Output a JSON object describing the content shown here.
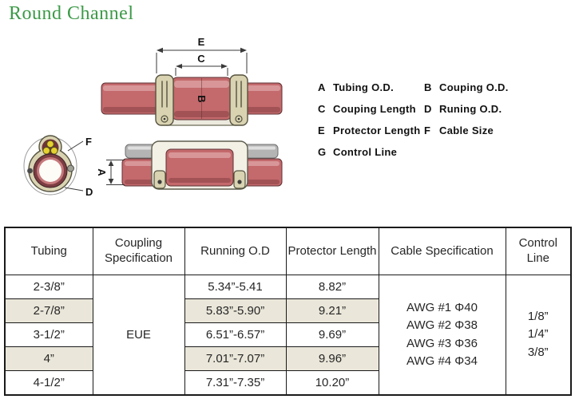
{
  "page": {
    "title": "Round Channel",
    "background": "#ffffff"
  },
  "colors": {
    "title_green": "#3b9a47",
    "pipe_pink": "#c4696c",
    "pipe_highlight": "#dc9fa0",
    "pipe_shadow": "#9a4c50",
    "clamp_beige": "#d9d3b2",
    "strap_cream": "#eceadf",
    "shell_cream": "#f3f0e6",
    "control_tube_gray": "#b4b4b4",
    "cable_yellow": "#e5d12f",
    "ring_maroon": "#7c3d42",
    "ring_inner_pink": "#c5797b",
    "lobe_dark_red": "#6e3438",
    "row_shade": "#eae7da",
    "table_border": "#1a1a1a"
  },
  "diagram": {
    "labels": {
      "a": "A",
      "b": "B",
      "c": "C",
      "d": "D",
      "e": "E",
      "f": "F"
    }
  },
  "legend": {
    "items": [
      {
        "key": "A",
        "label": "Tubing O.D."
      },
      {
        "key": "B",
        "label": "Couping O.D."
      },
      {
        "key": "C",
        "label": "Couping Length"
      },
      {
        "key": "D",
        "label": "Runing O.D."
      },
      {
        "key": "E",
        "label": "Protector Length"
      },
      {
        "key": "F",
        "label": "Cable  Size"
      },
      {
        "key": "G",
        "label": "Control Line"
      }
    ]
  },
  "table": {
    "headers": [
      "Tubing",
      "Coupling Specification",
      "Running O.D",
      "Protector Length",
      "Cable Specification",
      "Control Line"
    ],
    "coupling_spec": "EUE",
    "cable_spec_lines": [
      "AWG #1 Φ40",
      "AWG #2 Φ38",
      "AWG #3 Φ36",
      "AWG #4 Φ34"
    ],
    "control_line_lines": [
      "1/8”",
      "1/4”",
      "3/8”"
    ],
    "rows": [
      {
        "tubing": "2-3/8”",
        "running_od": "5.34”-5.41",
        "protector_length": "8.82”"
      },
      {
        "tubing": "2-7/8”",
        "running_od": "5.83”-5.90”",
        "protector_length": "9.21”"
      },
      {
        "tubing": "3-1/2”",
        "running_od": "6.51”-6.57”",
        "protector_length": "9.69”"
      },
      {
        "tubing": "4”",
        "running_od": "7.01”-7.07”",
        "protector_length": "9.96”"
      },
      {
        "tubing": "4-1/2”",
        "running_od": "7.31”-7.35”",
        "protector_length": "10.20”"
      }
    ]
  }
}
